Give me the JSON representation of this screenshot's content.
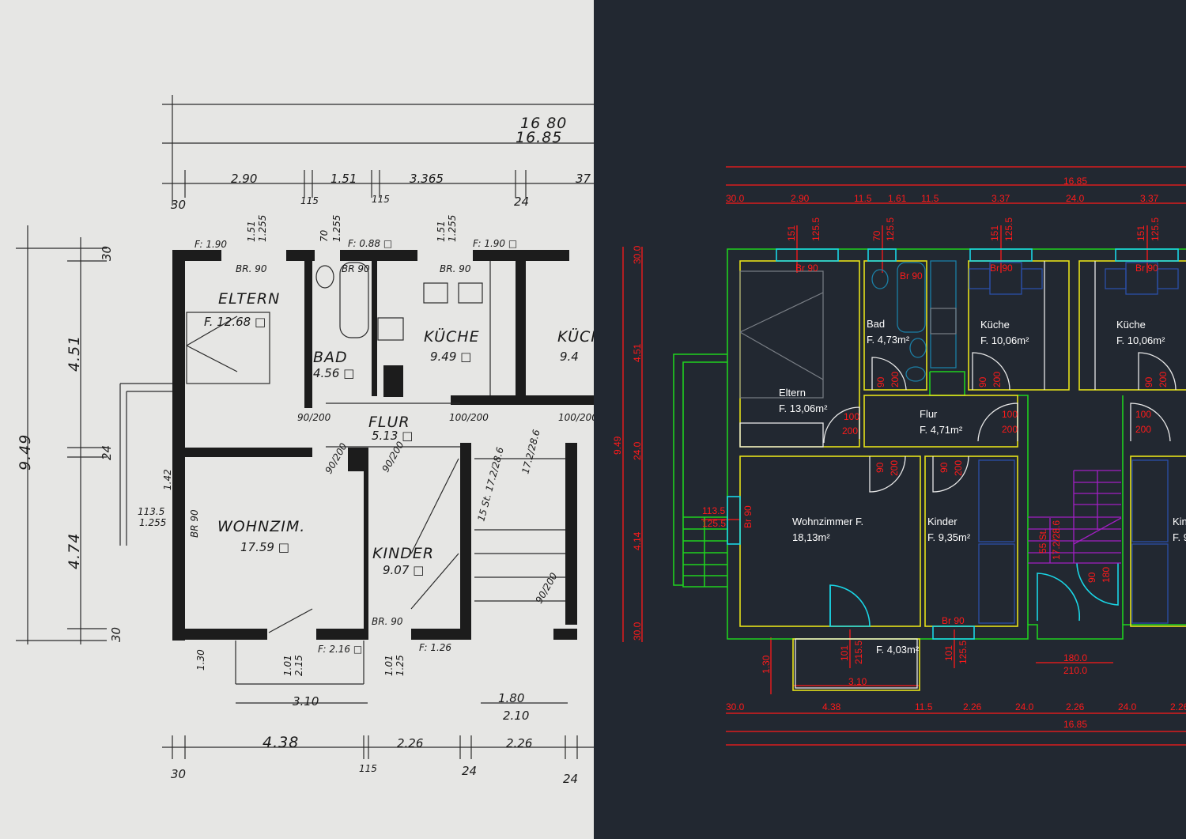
{
  "sketch": {
    "rooms": {
      "eltern": "ELTERN",
      "eltern_area": "F. 12.68 □",
      "bad": "BAD",
      "bad_area": "4.56 □",
      "kueche": "KÜCHE",
      "kueche_area": "9.49 □",
      "kueche2": "KÜCH",
      "kueche2_area": "9.4",
      "flur": "FLUR",
      "flur_area": "5.13 □",
      "wohnzimmer": "WOHNZIM.",
      "wohnzimmer_area": "17.59 □",
      "kinder": "KINDER",
      "kinder_area": "9.07 □"
    },
    "dims_top": [
      "16 80",
      "16.85",
      "2.90",
      "1.51",
      "3.365",
      "37",
      "30",
      "115",
      "115",
      "24"
    ],
    "windows": [
      "F: 1.90",
      "F: 0.88 □",
      "F: 1.90 □",
      "BR. 90",
      "BR 90",
      "BR. 90",
      "1.51",
      "1.255",
      "70",
      "1.255",
      "1.51",
      "1.255"
    ],
    "dims_left": [
      "9.49",
      "4.51",
      "4.74",
      "30",
      "24",
      "30"
    ],
    "doors": [
      "90/200",
      "100/200",
      "100/200",
      "90/200",
      "90/200",
      "90/200",
      "17.2/28.6",
      "15 St. 17.2/28.6",
      "1.42",
      "113.5",
      "1.255",
      "BR 90"
    ],
    "dims_bottom": [
      "F: 2.16 □",
      "F: 1.26",
      "1.01",
      "2.15",
      "1.01",
      "1.25",
      "1.30",
      "3.10",
      "1.80",
      "2.10",
      "4.38",
      "2.26",
      "2.26",
      "30",
      "115",
      "24",
      "24",
      "BR. 90"
    ]
  },
  "cad": {
    "colors": {
      "background": "#222831",
      "dimension": "#ff1a1a",
      "wall": "#1fd11f",
      "room": "#e6e21a",
      "window": "#1ad6e6",
      "stair": "#a21fc4"
    },
    "dims_top": {
      "total": "16.85",
      "segments": [
        "30.0",
        "2.90",
        "11.5",
        "1.61",
        "11.5",
        "3.37",
        "24.0",
        "3.37"
      ]
    },
    "windows_top": [
      [
        "151",
        "125.5"
      ],
      [
        "70",
        "125.5"
      ],
      [
        "151",
        "125.5"
      ],
      [
        "151",
        "125.5"
      ]
    ],
    "dims_left": {
      "total": "9.49",
      "segments": [
        "30.0",
        "4.51",
        "24.0",
        "4.14",
        "30.0"
      ]
    },
    "dims_bottom": {
      "total": "16.85",
      "segments": [
        "30.0",
        "4.38",
        "11.5",
        "2.26",
        "24.0",
        "2.26",
        "24.0",
        "2.26"
      ]
    },
    "rooms": [
      {
        "name": "Eltern",
        "area": "F. 13,06m²"
      },
      {
        "name": "Bad",
        "area": "F. 4,73m²"
      },
      {
        "name": "Küche",
        "area": "F. 10,06m²"
      },
      {
        "name": "Küche",
        "area": "F. 10,06m²"
      },
      {
        "name": "Flur",
        "area": "F. 4,71m²"
      },
      {
        "name": "Wohnzimmer F.",
        "area": "18,13m²"
      },
      {
        "name": "Kinder",
        "area": "F. 9,35m²"
      },
      {
        "name": "Kin",
        "area": "F. 9"
      }
    ],
    "balcony": {
      "area": "F. 4,03m²",
      "width": "3.10",
      "depth": "1.30",
      "door": [
        "101",
        "215.5"
      ]
    },
    "window_kinder": [
      "101",
      "125.5"
    ],
    "landing": [
      "180.0",
      "210.0"
    ],
    "br_labels": [
      "Br 90",
      "Br 90",
      "Br 90",
      "Br 90",
      "Br 90",
      "Br 90"
    ],
    "doors": [
      [
        "90",
        "200"
      ],
      [
        "90",
        "200"
      ],
      [
        "90",
        "200"
      ],
      [
        "100",
        "200"
      ],
      [
        "100",
        "200"
      ],
      [
        "90",
        "200"
      ],
      [
        "90",
        "200"
      ],
      [
        "90",
        "180"
      ]
    ],
    "stair": {
      "steps": "55 St.",
      "ratio": "17.2/28.6"
    },
    "side_window": [
      "113.5",
      "125.5"
    ]
  }
}
